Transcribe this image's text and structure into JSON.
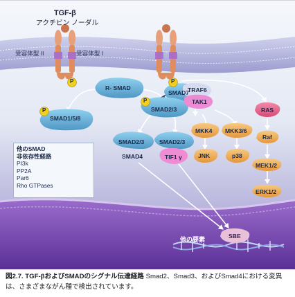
{
  "ligand": {
    "name": "TGF-β",
    "subname": "アクチビン ノーダル"
  },
  "receptors": {
    "type2": "受容体型 II",
    "type1": "受容体型 I"
  },
  "phospho": "P",
  "nodes": {
    "r_smad": "R- SMAD",
    "smad1_5_8": "SMAD1/5/8",
    "smad7": "SMAD7",
    "smad2_3_a": "SMAD2/3",
    "smad2_3_b": "SMAD2/3",
    "smad4": "SMAD4",
    "smad2_3_c": "SMAD2/3",
    "tif1g": "TIF1 γ",
    "traf6": "TRAF6",
    "tak1": "TAK1",
    "mkk4": "MKK4",
    "mkk3_6": "MKK3/6",
    "jnk": "JNK",
    "p38": "p38",
    "ras": "RAS",
    "raf": "Raf",
    "mek1_2": "MEK1/2",
    "erk1_2": "ERK1/2",
    "sbe": "SBE"
  },
  "legend": {
    "title1": "他のSMAD",
    "title2": "非依存性経路",
    "items": [
      "PI3k",
      "PP2A",
      "Par6",
      "Rho GTPases"
    ]
  },
  "dna_label": "他の要素",
  "colors": {
    "membrane_top": "#aeb0d8",
    "membrane_bottom": "#8a6cc0",
    "nucleus": "#6a3fa8",
    "protein": "#6fb8df",
    "protein_dark": "#4f97c4",
    "traf": "#d3d8ef",
    "tak": "#e98bd2",
    "mapk": "#f0b05c",
    "ras_path": "#e45f8a",
    "phospho": "#f0cf23",
    "receptor": "#e09262"
  },
  "caption": {
    "fig_no": "図2.7.",
    "title": "TGF-βおよびSMADのシグナル伝達経路",
    "text": "Smad2、Smad3、およびSmad4における変異は、さまざまながん種で検出されています。"
  }
}
